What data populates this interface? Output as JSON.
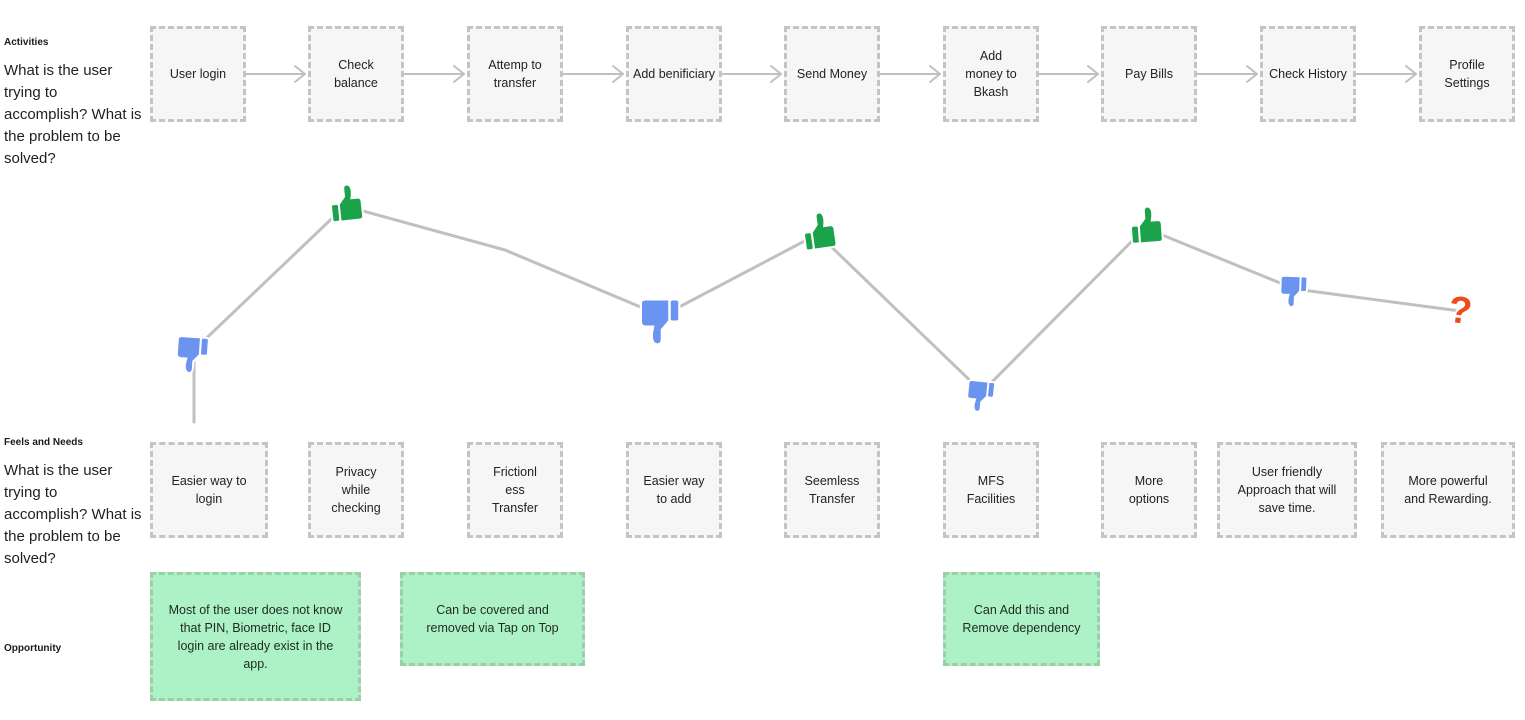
{
  "activities": {
    "title": "Activities",
    "description": "What is the user trying to accomplish? What is the problem to be solved?",
    "steps": [
      "User login",
      "Check balance",
      "Attemp to transfer",
      "Add benificiary",
      "Send Money",
      "Add money to Bkash",
      "Pay Bills",
      "Check History",
      "Profile Settings"
    ]
  },
  "emotion_curve": {
    "points": [
      {
        "step": "User login",
        "sentiment": "thumbs-down"
      },
      {
        "step": "Check balance",
        "sentiment": "thumbs-up"
      },
      {
        "step": "Attemp to transfer",
        "sentiment": "none"
      },
      {
        "step": "Add benificiary",
        "sentiment": "thumbs-down"
      },
      {
        "step": "Send Money",
        "sentiment": "thumbs-up"
      },
      {
        "step": "Add money to Bkash",
        "sentiment": "thumbs-down"
      },
      {
        "step": "Pay Bills",
        "sentiment": "thumbs-up"
      },
      {
        "step": "Check History",
        "sentiment": "thumbs-down"
      },
      {
        "step": "Profile Settings",
        "sentiment": "question"
      }
    ],
    "colors": {
      "line": "#c0c0c0",
      "thumbs_up": "#1aa34a",
      "thumbs_down": "#6b93f0",
      "question": "#f04a1c"
    }
  },
  "feels_needs": {
    "title": "Feels and Needs",
    "description": "What is the user trying to accomplish? What is the problem to be solved?",
    "items": [
      "Easier way to login",
      "Privacy while checking",
      "Frictionl ess Transfer",
      "Easier way to add",
      "Seemless Transfer",
      "MFS Facilities",
      "More options",
      "User friendly Approach that will save time.",
      "More powerful and Rewarding."
    ]
  },
  "opportunity": {
    "title": "Opportunity",
    "items": [
      "Most of the user does not know that PIN, Biometric, face ID login are already exist in the app.",
      "Can be covered and removed via Tap on Top",
      "Can Add this and Remove dependency"
    ]
  }
}
